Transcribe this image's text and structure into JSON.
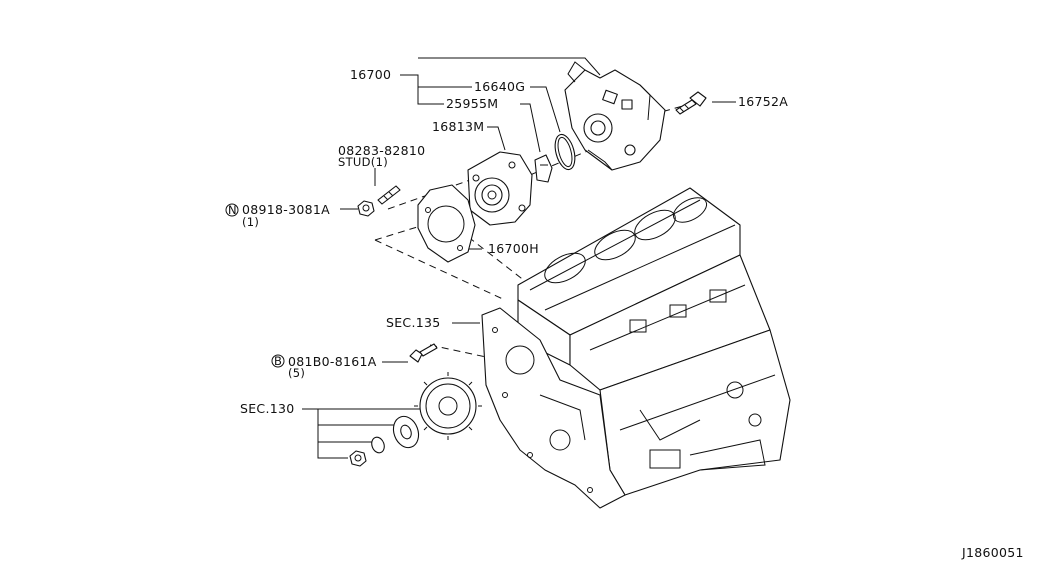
{
  "diagram": {
    "labels": {
      "pump_assembly": "16700",
      "gasket_ring": "16640G",
      "o_ring": "25955M",
      "coupling": "16813M",
      "stud_number": "08283-82810",
      "stud_desc": "STUD(1)",
      "nut_prefix": "N",
      "nut_number": "08918-3081A",
      "nut_qty": "(1)",
      "bracket": "16700H",
      "bolt_top": "16752A",
      "sec_135": "SEC.135",
      "bolt_prefix": "B",
      "bolt_number": "081B0-8161A",
      "bolt_qty": "(5)",
      "sec_130": "SEC.130"
    },
    "figure_code": "J1860051"
  }
}
